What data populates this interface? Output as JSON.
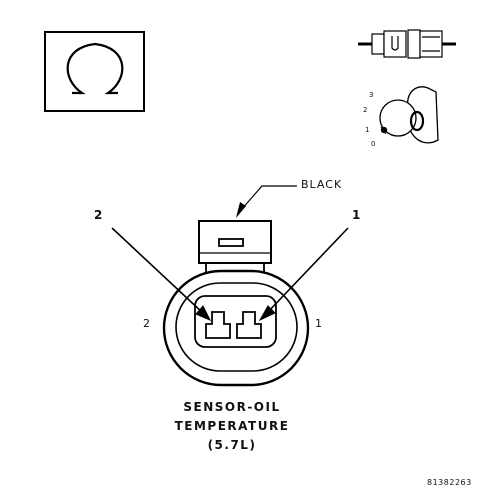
{
  "diagram": {
    "wire_color": "BLACK",
    "callout_pin_left": "2",
    "callout_pin_right": "1",
    "cavity_label_left": "2",
    "cavity_label_right": "1",
    "title_lines": [
      "SENSOR-OIL",
      "TEMPERATURE",
      "(5.7L)"
    ],
    "key_numbers": [
      "3",
      "2",
      "1",
      "0"
    ],
    "figure_code": "81382263"
  }
}
